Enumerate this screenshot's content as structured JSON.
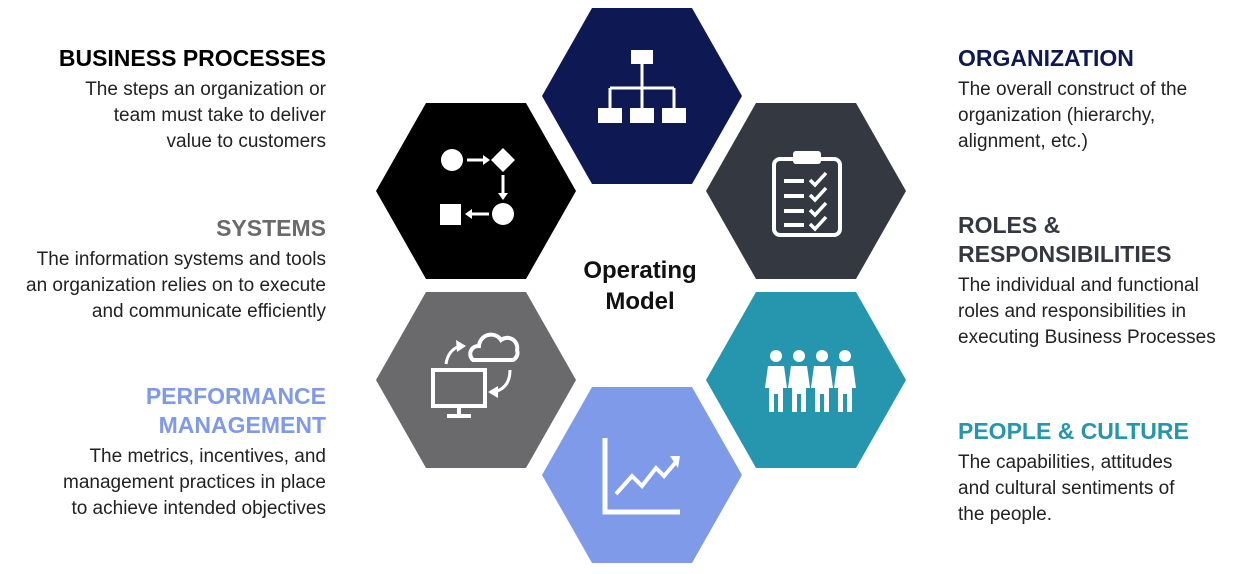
{
  "center": {
    "line1": "Operating",
    "line2": "Model"
  },
  "colors": {
    "organization": "#0e1852",
    "roles": "#343840",
    "people": "#2596ae",
    "performance": "#7f9ae8",
    "systems": "#6a6a6c",
    "business": "#000000"
  },
  "hexes": [
    {
      "key": "organization",
      "icon": "org-chart-icon"
    },
    {
      "key": "roles",
      "icon": "clipboard-checklist-icon"
    },
    {
      "key": "people",
      "icon": "people-group-icon"
    },
    {
      "key": "performance",
      "icon": "line-chart-icon"
    },
    {
      "key": "systems",
      "icon": "computer-cloud-sync-icon"
    },
    {
      "key": "business",
      "icon": "process-flow-icon"
    }
  ],
  "left": {
    "business": {
      "title": "BUSINESS PROCESSES",
      "desc": [
        "The steps an organization or",
        "team must take to deliver",
        "value to customers"
      ]
    },
    "systems": {
      "title": "SYSTEMS",
      "desc": [
        "The information systems and tools",
        "an organization relies on to execute",
        "and communicate efficiently"
      ]
    },
    "performance": {
      "title": [
        "PERFORMANCE",
        "MANAGEMENT"
      ],
      "desc": [
        "The metrics, incentives, and",
        "management practices  in place",
        "to achieve intended objectives"
      ]
    }
  },
  "right": {
    "organization": {
      "title": "ORGANIZATION",
      "desc": [
        "The overall construct of the",
        "organization (hierarchy,",
        "alignment, etc.)"
      ]
    },
    "roles": {
      "title": [
        "ROLES &",
        "RESPONSIBILITIES"
      ],
      "desc": [
        "The individual and functional",
        "roles and responsibilities in",
        "executing Business Processes"
      ]
    },
    "people": {
      "title": "PEOPLE & CULTURE",
      "desc": [
        "The capabilities, attitudes",
        "and cultural sentiments of",
        "the people."
      ]
    }
  }
}
